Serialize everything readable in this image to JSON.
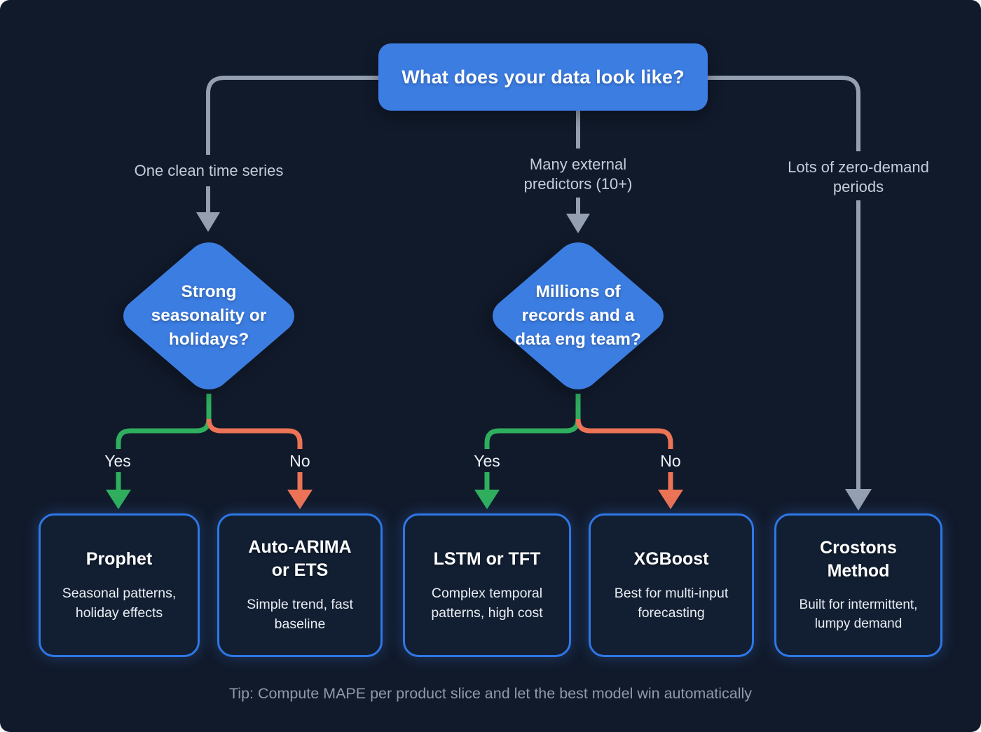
{
  "colors": {
    "background": "#111a2b",
    "accent_blue": "#3c7de2",
    "line_gray": "#94a0b1",
    "yes_green": "#2fae5e",
    "no_orange": "#ec7355",
    "box_border_blue": "#2e77e6",
    "box_fill": "#121f32",
    "label_gray": "#c4cdda",
    "tip_gray": "#8e99ab"
  },
  "root_question": "What does your data look like?",
  "branches": {
    "left": {
      "label": "One clean time series"
    },
    "middle": {
      "label": "Many external\npredictors (10+)"
    },
    "right": {
      "label": "Lots of zero-demand\nperiods"
    }
  },
  "decisions": {
    "left": {
      "question": "Strong seasonality or holidays?",
      "yes": "Yes",
      "no": "No"
    },
    "middle": {
      "question": "Millions of records and a data eng team?",
      "yes": "Yes",
      "no": "No"
    }
  },
  "results": [
    {
      "title": "Prophet",
      "subtitle": "Seasonal patterns, holiday effects"
    },
    {
      "title": "Auto-ARIMA or ETS",
      "subtitle": "Simple trend, fast baseline"
    },
    {
      "title": "LSTM or TFT",
      "subtitle": "Complex temporal patterns, high cost"
    },
    {
      "title": "XGBoost",
      "subtitle": "Best for multi-input forecasting"
    },
    {
      "title": "Crostons Method",
      "subtitle": "Built for intermittent, lumpy demand"
    }
  ],
  "tip": "Tip: Compute MAPE per product slice and let the best model win automatically"
}
